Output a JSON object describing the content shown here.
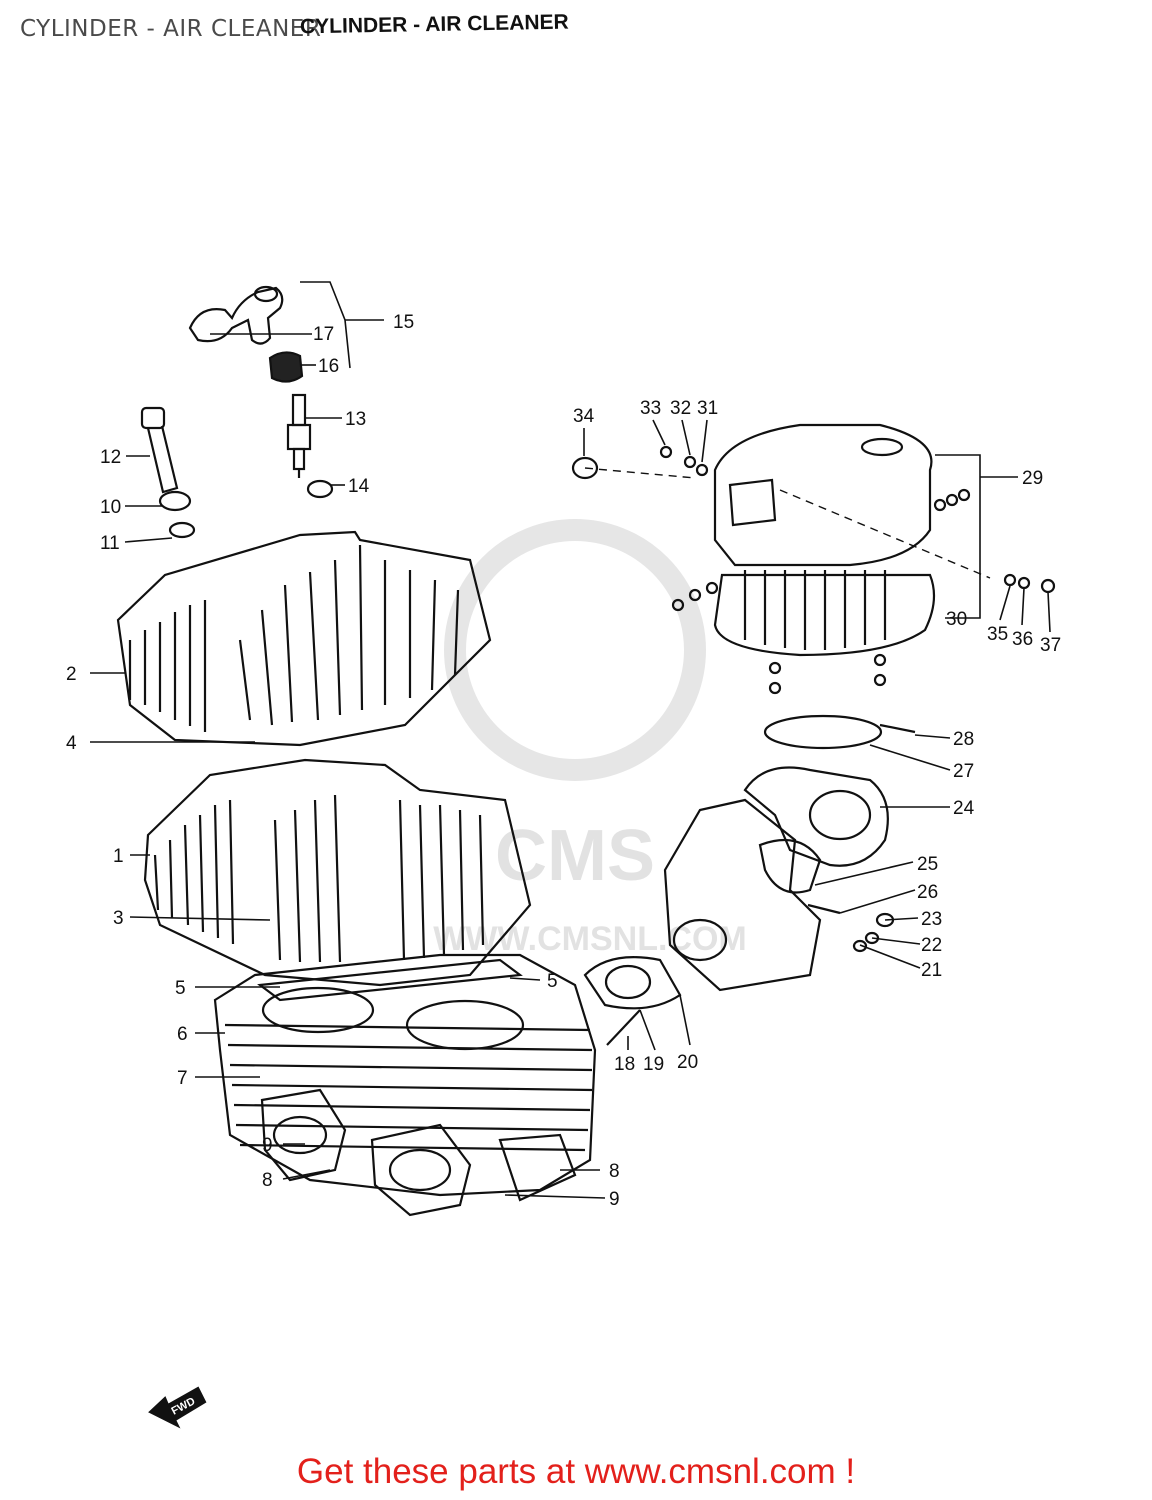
{
  "header": {
    "page_title": "CYLINDER - AIR CLEANER",
    "figure_title": "CYLINDER - AIR CLEANER"
  },
  "footer": {
    "link_text": "Get these parts at www.cmsnl.com !",
    "link_color": "#e3201b"
  },
  "watermark": {
    "logo_text": "CMS",
    "url_text": "WWW.CMSNL.COM"
  },
  "direction_marker": {
    "icon": "fwd-arrow-icon",
    "label": "FWD"
  },
  "callouts": {
    "n1": "1",
    "n2": "2",
    "n3": "3",
    "n4": "4",
    "n5": "5",
    "n6": "6",
    "n7": "7",
    "n8": "8",
    "n9": "9",
    "n10": "10",
    "n11": "11",
    "n12": "12",
    "n13": "13",
    "n14": "14",
    "n15": "15",
    "n16": "16",
    "n17": "17",
    "n18": "18",
    "n19": "19",
    "n20": "20",
    "n21": "21",
    "n22": "22",
    "n23": "23",
    "n24": "24",
    "n25": "25",
    "n26": "26",
    "n27": "27",
    "n28": "28",
    "n29": "29",
    "n30": "30",
    "n31": "31",
    "n32": "32",
    "n33": "33",
    "n34": "34",
    "n35": "35",
    "n36": "36",
    "n37": "37"
  }
}
